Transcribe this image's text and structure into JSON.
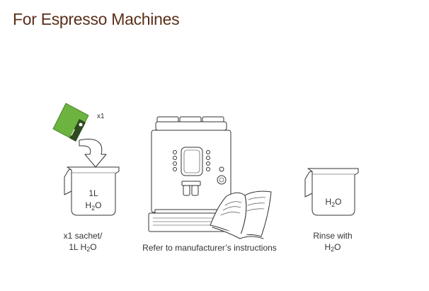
{
  "title": "For Espresso Machines",
  "colors": {
    "title": "#5a2f1a",
    "sachet_green": "#6cb33f",
    "line": "#333333"
  },
  "steps": [
    {
      "icons": [
        "sachet-icon",
        "arrow-icon",
        "jug-icon"
      ],
      "sachet_count": "x1",
      "jug_label_line1": "1L",
      "jug_label_line2": {
        "pre": "H",
        "sub": "2",
        "post": "O"
      },
      "caption_line1": "x1 sachet/",
      "caption_line2": {
        "pre": "1L H",
        "sub": "2",
        "post": "O"
      }
    },
    {
      "icons": [
        "espresso-machine-icon",
        "manual-book-icon"
      ],
      "caption_line1": "Refer to manufacturer’s instructions"
    },
    {
      "icons": [
        "jug-icon"
      ],
      "jug_label_line1": {
        "pre": "H",
        "sub": "2",
        "post": "O"
      },
      "caption_line1": "Rinse with",
      "caption_line2": {
        "pre": "H",
        "sub": "2",
        "post": "O"
      }
    }
  ]
}
